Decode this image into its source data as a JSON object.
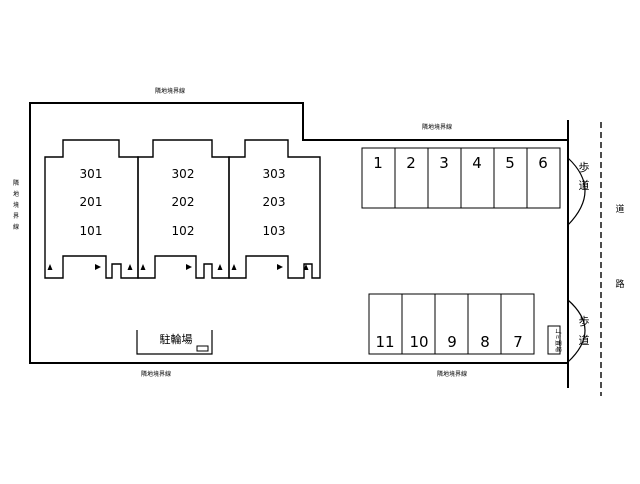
{
  "boundary_labels": {
    "top_left": "隣地境界線",
    "top_right": "隣地境界線",
    "left": [
      "隣",
      "地",
      "境",
      "界",
      "線"
    ],
    "bottom_left": "隣地境界線",
    "bottom_right": "隣地境界線"
  },
  "buildings": [
    {
      "units": [
        "301",
        "201",
        "101"
      ]
    },
    {
      "units": [
        "302",
        "202",
        "102"
      ]
    },
    {
      "units": [
        "303",
        "203",
        "103"
      ]
    }
  ],
  "parking_top": [
    "1",
    "2",
    "3",
    "4",
    "5",
    "6"
  ],
  "parking_bottom": [
    "11",
    "10",
    "9",
    "8",
    "7"
  ],
  "bicycle_parking": "駐輪場",
  "garbage": "ゴミ置場",
  "sidewalk_upper": [
    "歩",
    "道"
  ],
  "sidewalk_lower": [
    "歩",
    "道"
  ],
  "road": [
    "道",
    "路"
  ]
}
